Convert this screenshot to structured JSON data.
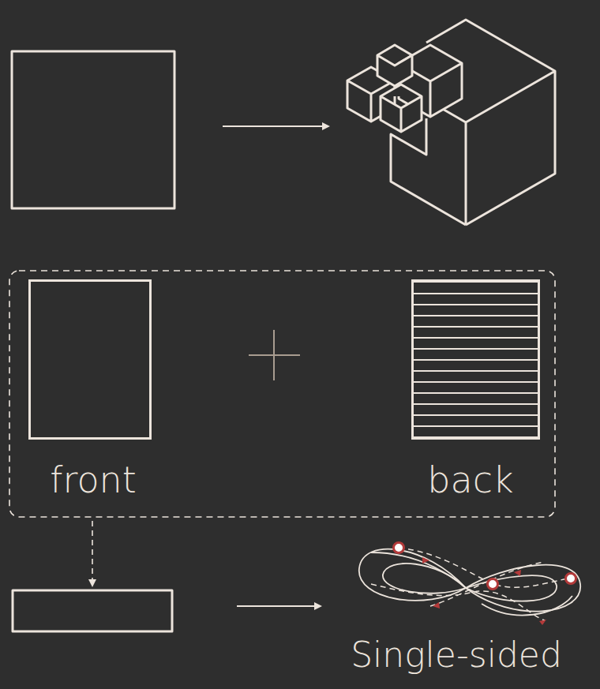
{
  "diagram": {
    "nodes": [
      {
        "text": [
          "front"
        ]
      },
      {
        "text": [
          "back"
        ]
      }
    ],
    "labels": [
      "Single-sided"
    ]
  }
}
